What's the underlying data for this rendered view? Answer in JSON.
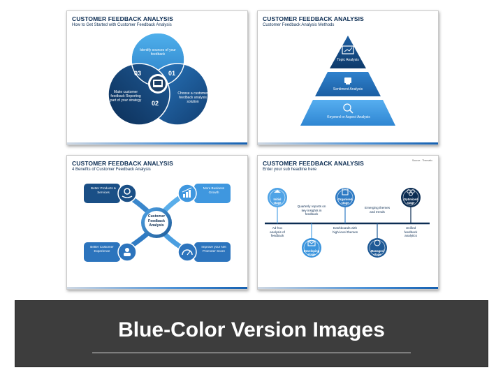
{
  "slide1": {
    "title": "CUSTOMER FEEDBACK ANALYSIS",
    "subtitle": "How to Get Started with Customer Feedback Analysis",
    "top_text": "Identify sources of your feedback",
    "right_text": "Choose a customer feedback analysis solution",
    "left_text": "Make customer feedback Reporting part of your strategy",
    "n01": "01",
    "n02": "02",
    "n03": "03"
  },
  "slide2": {
    "title": "CUSTOMER FEEDBACK ANALYSIS",
    "subtitle": "Customer Feedback Analysis Methods",
    "level1": "Topic Analysis",
    "level2": "Sentiment Analysis",
    "level3": "Keyword or Aspect Analysis"
  },
  "slide3": {
    "title": "CUSTOMER FEEDBACK ANALYSIS",
    "subtitle": "4 Benefits of Customer Feedback Analysis",
    "center": "Customer Feedback Analysis",
    "b1": "Better Products & Services",
    "b2": "More Business Growth",
    "b3": "Better Customer Experience",
    "b4": "Improve your Net Promoter Score"
  },
  "slide4": {
    "title": "CUSTOMER FEEDBACK ANALYSIS",
    "subtitle": "Enter your sub headline here",
    "source": "Source : Thematic",
    "stages": [
      {
        "label": "Initial stage",
        "desc": "Ad-hoc analysis of feedback"
      },
      {
        "label": "Developing stage",
        "desc": "Quarterly reports on key insights in feedback"
      },
      {
        "label": "Organised stage",
        "desc": "Dashboards with high-level themes"
      },
      {
        "label": "Managed stage",
        "desc": "Emerging themes and trends"
      },
      {
        "label": "Optimized stage",
        "desc": "Unified feedback analytics"
      }
    ]
  },
  "banner": {
    "title": "Blue-Color Version Images"
  },
  "colors": {
    "navy": "#0b2c52",
    "dark_blue": "#1f5a96",
    "mid_blue": "#2f7bc4",
    "light_blue": "#4fa3e6",
    "banner_bg": "#3d3d3d"
  }
}
